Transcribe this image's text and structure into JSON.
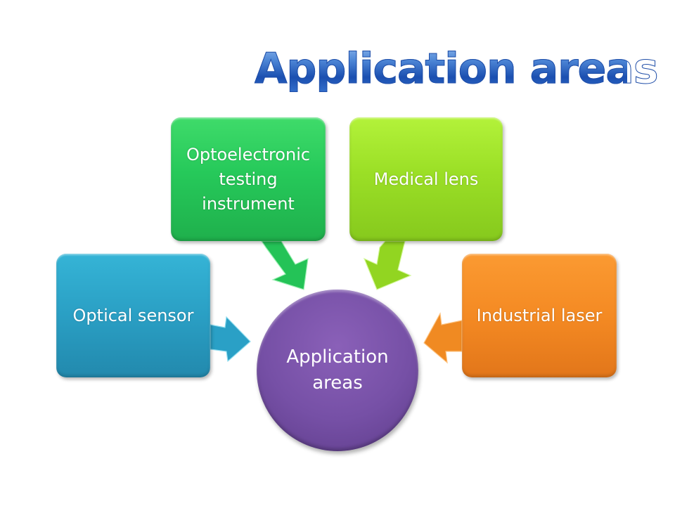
{
  "slide": {
    "title": "Application areas"
  },
  "diagram": {
    "center": {
      "lines": [
        "Application",
        "areas"
      ],
      "color": "#7650a6"
    },
    "nodes": [
      {
        "id": "optoelectronic",
        "lines": [
          "Optoelectronic",
          "testing",
          "instrument"
        ],
        "color": "#26c95a"
      },
      {
        "id": "medical",
        "lines": [
          "Medical lens"
        ],
        "color": "#9bdf26"
      },
      {
        "id": "optical",
        "lines": [
          "Optical sensor"
        ],
        "color": "#2a9fc4"
      },
      {
        "id": "industrial",
        "lines": [
          "Industrial laser"
        ],
        "color": "#f48a23"
      }
    ]
  }
}
